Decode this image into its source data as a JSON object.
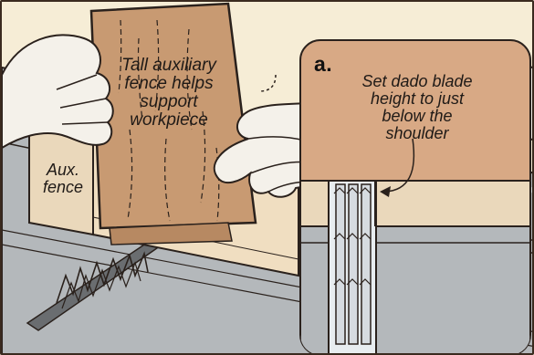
{
  "labels": {
    "aux_fence": "Aux.\nfence",
    "tall_fence": "Tall auxiliary\nfence helps\nsupport\nworkpiece",
    "inset_letter": "a.",
    "inset_note": "Set dado blade\nheight to just\nbelow the\nshoulder"
  },
  "colors": {
    "background": "#f6edd6",
    "saw_table": "#b4b8bb",
    "workpiece": "#c89a72",
    "aux_fence": "#ead8bb",
    "inset_background": "#d8a985",
    "line": "#2a211c",
    "blade": "#d6dbe0",
    "skin": "#f4f1ea"
  },
  "icons": {
    "hand_left": "left-hand-icon",
    "hand_right": "right-hand-icon",
    "saw_blade": "dado-blade-icon"
  }
}
